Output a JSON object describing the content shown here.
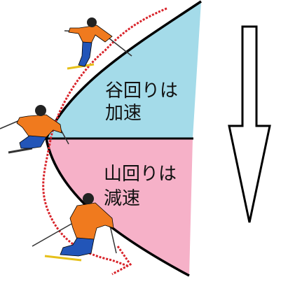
{
  "diagram": {
    "upper_zone": {
      "label_line1": "谷回りは",
      "label_line2": "加速",
      "color": "#a4dbe9"
    },
    "lower_zone": {
      "label_line1": "山回りは",
      "label_line2": "減速",
      "color": "#f6b1c8"
    },
    "arc_color": "#000000",
    "ski_path_color": "#d8232a",
    "direction_arrow": {
      "meaning": "downhill",
      "icon": "down-arrow-icon",
      "color": "#000000"
    },
    "skiers": [
      {
        "name": "skier-top",
        "jacket": "#f07a1e",
        "pants": "#2255b8",
        "helmet": "#222222"
      },
      {
        "name": "skier-middle",
        "jacket": "#f07a1e",
        "pants": "#2255b8",
        "helmet": "#222222"
      },
      {
        "name": "skier-bottom",
        "jacket": "#f07a1e",
        "pants": "#2255b8",
        "helmet": "#222222"
      }
    ]
  }
}
